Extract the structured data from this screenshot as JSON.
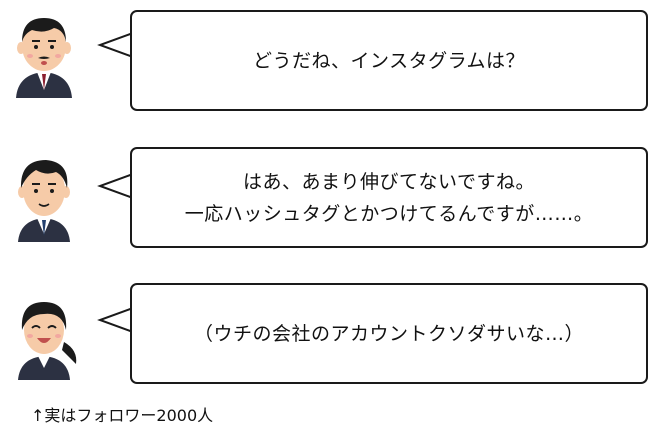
{
  "dialogue": [
    {
      "speaker": "boss-man",
      "lines": [
        "どうだね、インスタグラムは？"
      ]
    },
    {
      "speaker": "young-man",
      "lines": [
        "はあ、あまり伸びてないですね。",
        "一応ハッシュタグとかつけてるんですが……。"
      ]
    },
    {
      "speaker": "young-woman",
      "lines": [
        "（ウチの会社のアカウントクソダサいな…）"
      ]
    }
  ],
  "caption": "↑実はフォロワー2000人",
  "colors": {
    "bubble_border": "#1a1a1a",
    "suit": "#2c3142",
    "hair": "#1b1b1b",
    "skin": "#f6cba8"
  }
}
